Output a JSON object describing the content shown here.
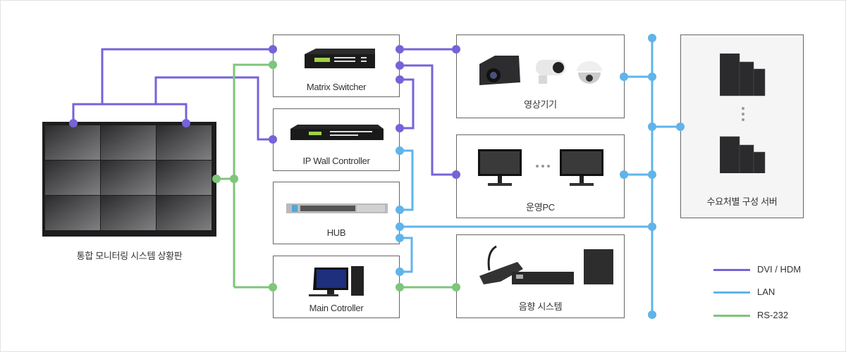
{
  "colors": {
    "dvi": "#7563d9",
    "lan": "#5fb4ea",
    "rs232": "#7dc67a",
    "border": "#666666"
  },
  "videowall": {
    "label": "통합 모니터링 시스템 상황판"
  },
  "devices": {
    "matrix": {
      "label": "Matrix Switcher"
    },
    "ipwall": {
      "label": "IP Wall Controller"
    },
    "hub": {
      "label": "HUB"
    },
    "main": {
      "label": "Main Cotroller"
    },
    "video": {
      "label": "영상기기"
    },
    "opc": {
      "label": "운영PC"
    },
    "audio": {
      "label": "음향 시스템"
    },
    "server": {
      "label": "수요처별 구성 서버"
    }
  },
  "legend": [
    {
      "key": "dvi",
      "label": "DVI / HDM"
    },
    {
      "key": "lan",
      "label": "LAN"
    },
    {
      "key": "rs232",
      "label": "RS-232"
    }
  ]
}
